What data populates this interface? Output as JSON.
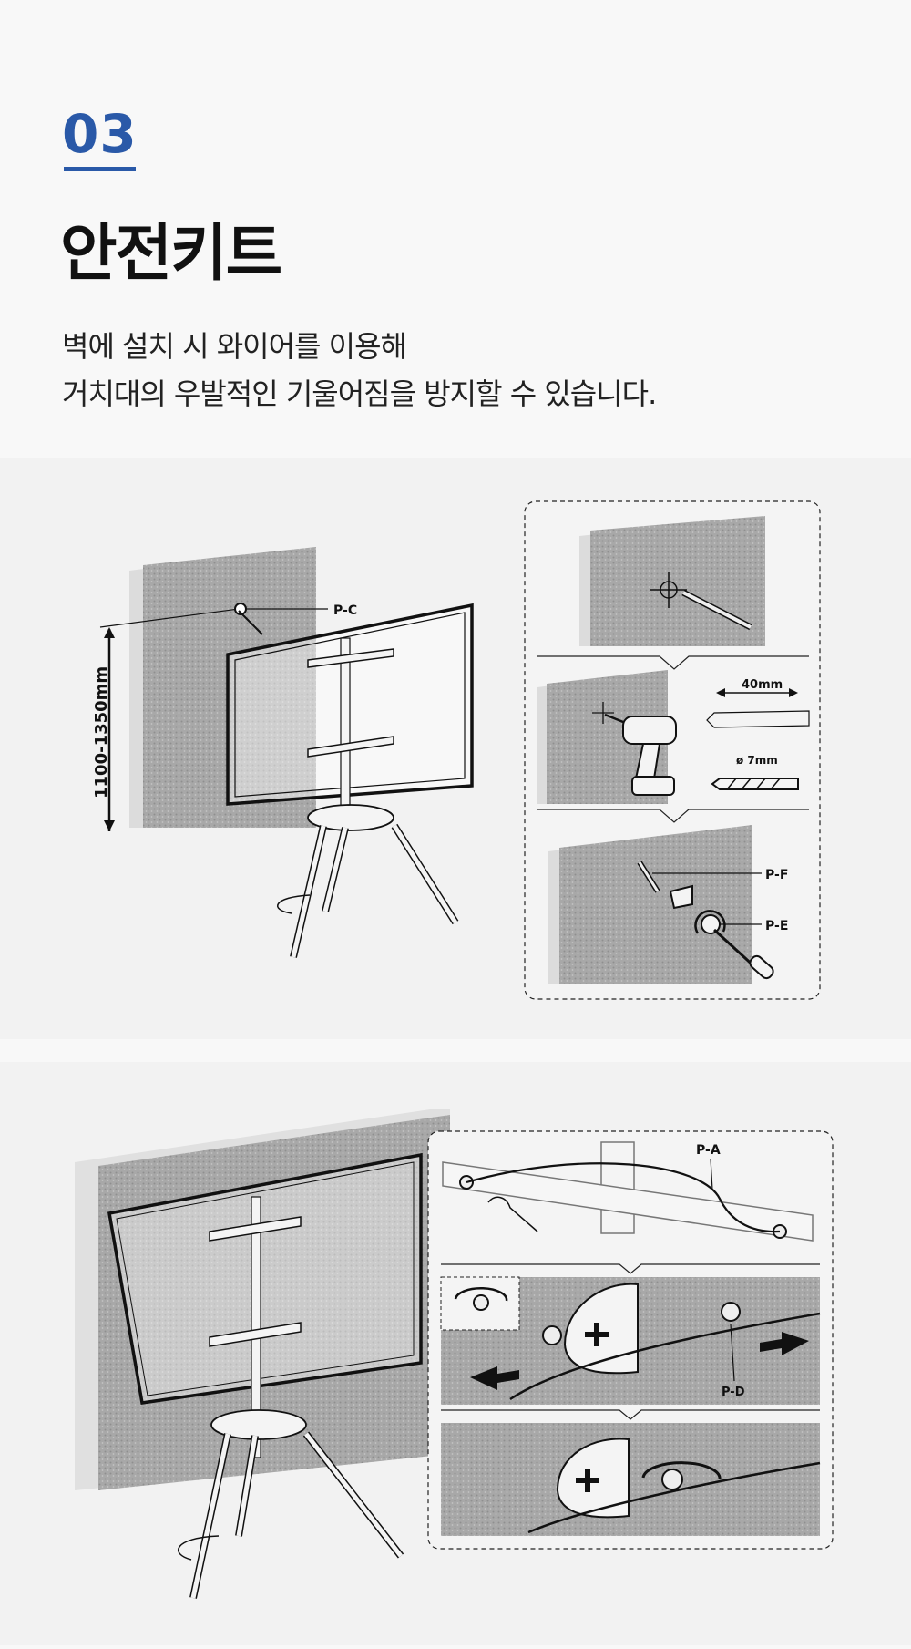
{
  "step": {
    "number": "03"
  },
  "title": "안전키트",
  "description": {
    "line1": "벽에 설치 시 와이어를 이용해",
    "line2": "거치대의 우발적인 기울어짐을 방지할 수 있습니다."
  },
  "figure1": {
    "height_label": "1100-1350mm",
    "part_c": "P-C",
    "drill_length": "40mm",
    "drill_diameter": "ø 7mm",
    "part_f": "P-F",
    "part_e": "P-E"
  },
  "figure2": {
    "part_a": "P-A",
    "part_d": "P-D"
  },
  "colors": {
    "accent": "#2a59a8",
    "wall": "#a9a9a9",
    "panel_bg": "#f2f2f2"
  }
}
